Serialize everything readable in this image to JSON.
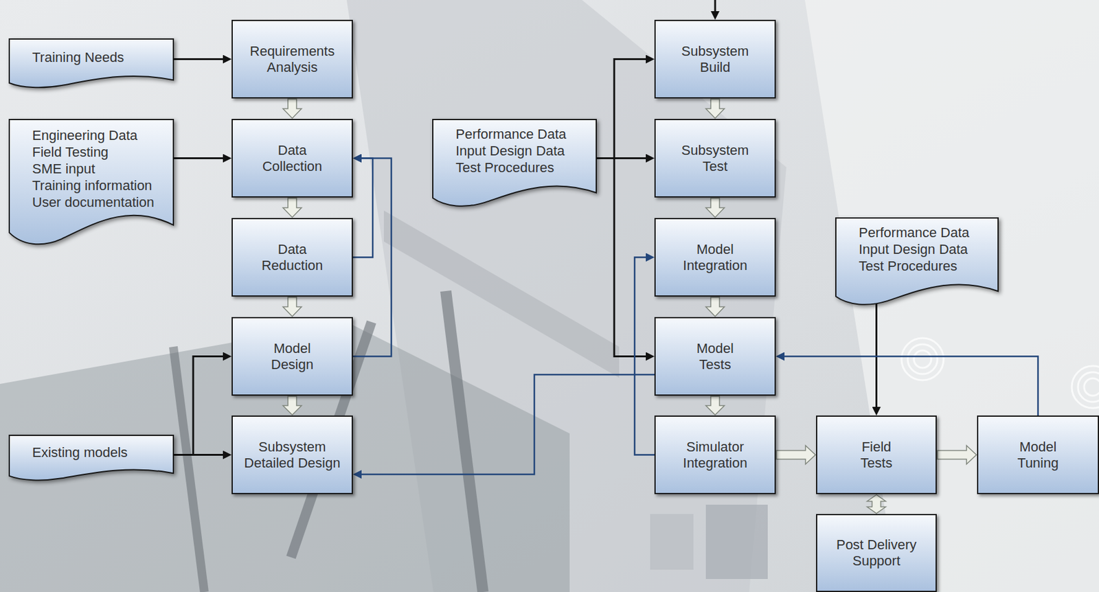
{
  "diagram": {
    "nodes": [
      {
        "text": [
          "Training Needs"
        ]
      },
      {
        "text": [
          "Requirements Analysis"
        ]
      },
      {
        "text": [
          "Engineering Data",
          "Field Testing",
          "SME input",
          "Training information",
          "User documentation"
        ]
      },
      {
        "text": [
          "Data Collection"
        ]
      },
      {
        "text": [
          "Data Reduction"
        ]
      },
      {
        "text": [
          "Model Design"
        ]
      },
      {
        "text": [
          "Existing models"
        ]
      },
      {
        "text": [
          "Subsystem Detailed Design"
        ]
      },
      {
        "text": [
          "Performance Data",
          "Input Design Data",
          "Test Procedures"
        ]
      },
      {
        "text": [
          "Subsystem Build"
        ]
      },
      {
        "text": [
          "Subsystem Test"
        ]
      },
      {
        "text": [
          "Model Integration"
        ]
      },
      {
        "text": [
          "Model Tests"
        ]
      },
      {
        "text": [
          "Simulator Integration"
        ]
      },
      {
        "text": [
          "Performance Data",
          "Input Design Data",
          "Test Procedures"
        ]
      },
      {
        "text": [
          "Field Tests"
        ]
      },
      {
        "text": [
          "Model Tuning"
        ]
      },
      {
        "text": [
          "Post Delivery Support"
        ]
      }
    ],
    "edges": [
      {
        "from": 0,
        "to": 1,
        "arrow": "to"
      },
      {
        "from": 1,
        "to": 3,
        "arrow": "to"
      },
      {
        "from": 2,
        "to": 3,
        "arrow": "to"
      },
      {
        "from": 3,
        "to": 4,
        "arrow": "to"
      },
      {
        "from": 4,
        "to": 5,
        "arrow": "to"
      },
      {
        "from": 5,
        "to": 7,
        "arrow": "to"
      },
      {
        "from": 4,
        "to": 3,
        "arrow": "to"
      },
      {
        "from": 5,
        "to": 3,
        "arrow": "to"
      },
      {
        "from": 6,
        "to": 5,
        "arrow": "to"
      },
      {
        "from": 6,
        "to": 7,
        "arrow": "to"
      },
      {
        "from": 8,
        "to": 9,
        "arrow": "to"
      },
      {
        "from": 8,
        "to": 10,
        "arrow": "to"
      },
      {
        "from": 8,
        "to": 12,
        "arrow": "to"
      },
      {
        "from": 9,
        "to": 10,
        "arrow": "to"
      },
      {
        "from": 10,
        "to": 11,
        "arrow": "to"
      },
      {
        "from": 11,
        "to": 12,
        "arrow": "to"
      },
      {
        "from": 12,
        "to": 13,
        "arrow": "to"
      },
      {
        "from": 13,
        "to": 11,
        "arrow": "to"
      },
      {
        "from": 12,
        "to": 7,
        "arrow": "to"
      },
      {
        "from": 13,
        "to": 15,
        "arrow": "to"
      },
      {
        "from": 15,
        "to": 16,
        "arrow": "to"
      },
      {
        "from": 14,
        "to": 15,
        "arrow": "to"
      },
      {
        "from": 16,
        "to": 12,
        "arrow": "to"
      },
      {
        "from": 15,
        "to": 17,
        "arrow": "both"
      }
    ]
  }
}
